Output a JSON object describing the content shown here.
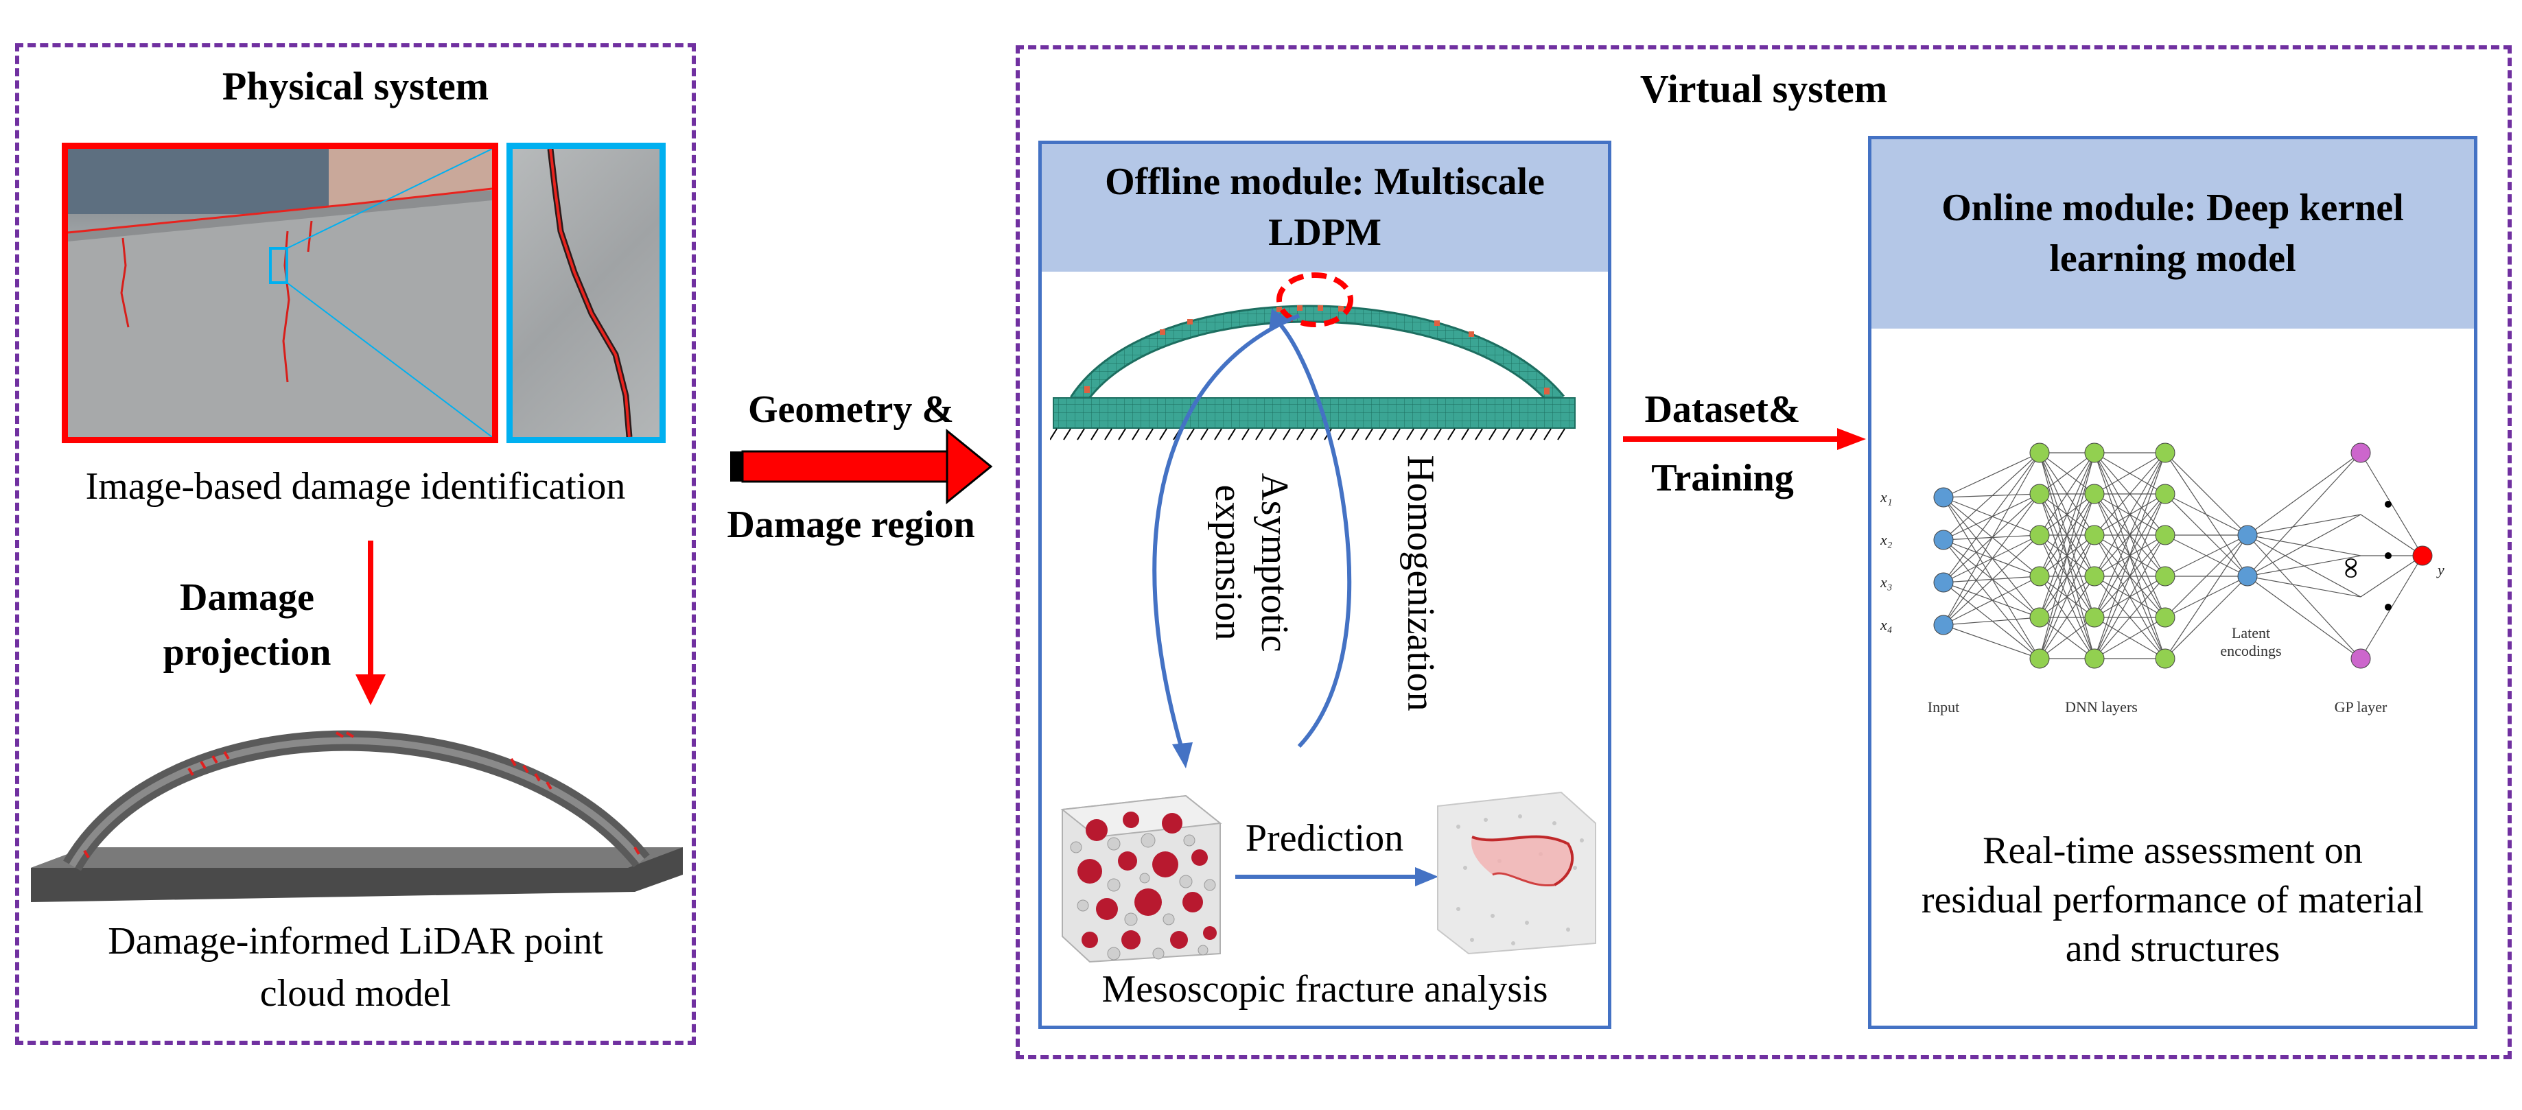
{
  "physical": {
    "title": "Physical system",
    "caption_image": "Image-based damage identification",
    "projection_line1": "Damage",
    "projection_line2": "projection",
    "caption_lidar_line1": "Damage-informed LiDAR point",
    "caption_lidar_line2": "cloud model"
  },
  "transfer": {
    "line1": "Geometry &",
    "line2": "Damage region"
  },
  "virtual": {
    "title": "Virtual system",
    "offline": {
      "header_line1": "Offline module: Multiscale",
      "header_line2": "LDPM",
      "asymptotic_line1": "Asymptotic",
      "asymptotic_line2": "expansion",
      "homogenization": "Homogenization",
      "prediction": "Prediction",
      "caption": "Mesoscopic fracture analysis"
    },
    "dataset_line1": "Dataset&",
    "dataset_line2": "Training",
    "online": {
      "header_line1": "Online module: Deep kernel",
      "header_line2": "learning model",
      "nn_inputs": [
        "x₁",
        "x₂",
        "x₃",
        "x₄"
      ],
      "nn_label_input": "Input",
      "nn_label_dnn": "DNN layers",
      "nn_label_latent_1": "Latent",
      "nn_label_latent_2": "encodings",
      "nn_label_gp": "GP layer",
      "nn_infinity": "∞",
      "nn_output": "y",
      "caption_line1": "Real-time assessment on",
      "caption_line2": "residual performance of material",
      "caption_line3": "and structures"
    }
  },
  "colors": {
    "dashed_border": "#7030a0",
    "arrow_red": "#ff0000",
    "panel_border": "#4472c4",
    "panel_header": "#b4c7e7",
    "node_input": "#5b9bd5",
    "node_dnn": "#92d050",
    "node_gp": "#cc66cc",
    "node_out": "#ff0000"
  }
}
